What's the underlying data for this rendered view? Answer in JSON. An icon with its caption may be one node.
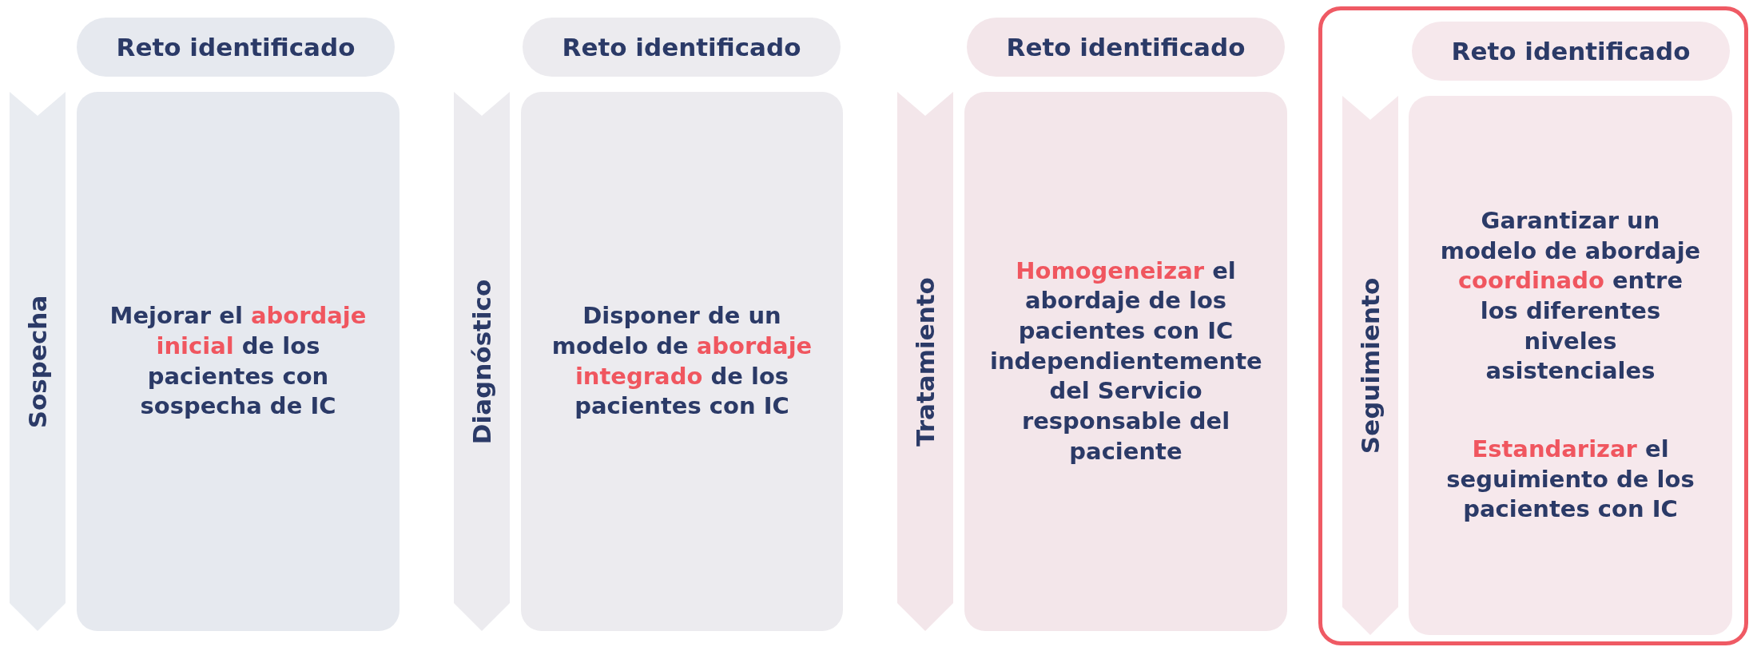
{
  "diagram": {
    "nodes": [
      {
        "text": [
          "Sospecha"
        ]
      },
      {
        "text": [
          "Reto identificado"
        ]
      },
      {
        "text": [
          "Mejorar el **abordaje inicial** de los pacientes con sospecha de IC"
        ]
      },
      {
        "text": [
          "Diagnóstico"
        ]
      },
      {
        "text": [
          "Reto identificado"
        ]
      },
      {
        "text": [
          "Disponer de un modelo de **abordaje integrado** de los pacientes con IC"
        ]
      },
      {
        "text": [
          "Tratamiento"
        ]
      },
      {
        "text": [
          "Reto identificado"
        ]
      },
      {
        "text": [
          "**Homogeneizar** el abordaje de los pacientes con IC independientemente del Servicio responsable del paciente"
        ]
      },
      {
        "text": [],
        "shape": "box"
      },
      {
        "text": [
          "Seguimiento"
        ],
        "in": 9
      },
      {
        "text": [
          "Reto identificado"
        ],
        "in": 9
      },
      {
        "text": [
          "Garantizar un modelo de abordaje **coordinado** entre los diferentes niveles asistenciales",
          "**Estandarizar** el seguimiento de los pacientes con IC"
        ],
        "in": 9
      }
    ]
  }
}
